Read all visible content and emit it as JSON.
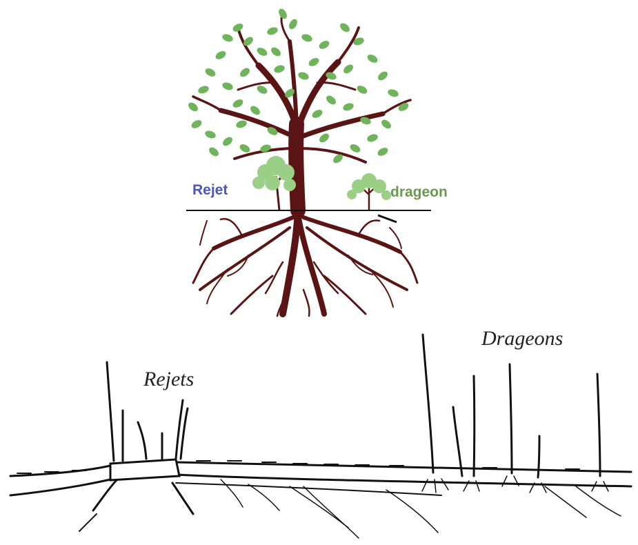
{
  "top_figure": {
    "label_left": "Rejet",
    "label_right": "drageon",
    "colors": {
      "trunk": "#5a1414",
      "leaf": "#6fb35a",
      "leaf_light": "#9ccf86",
      "rejet_label": "#4a55c8",
      "drageon_label": "#6a9a4e",
      "ground_line": "#111111"
    }
  },
  "bottom_figure": {
    "label_left": "Rejets",
    "label_right": "Drageons",
    "colors": {
      "ink": "#111111"
    }
  }
}
